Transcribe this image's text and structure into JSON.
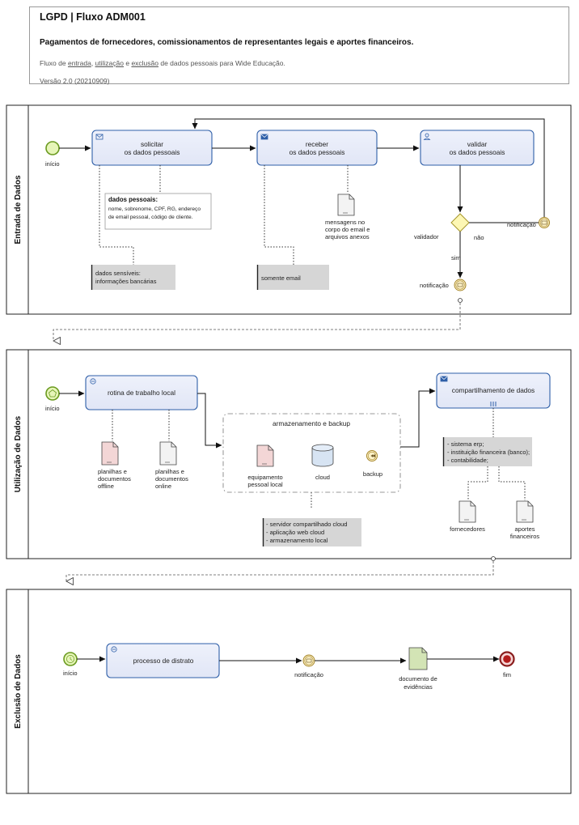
{
  "header": {
    "title": "LGPD | Fluxo ADM001",
    "subtitle": "Pagamentos de fornecedores, comissionamentos de representantes legais e aportes financeiros.",
    "desc_prefix": "Fluxo de ",
    "desc_link1": "entrada",
    "desc_sep1": ", ",
    "desc_link2": "utilização",
    "desc_sep2": " e ",
    "desc_link3": "exclusão",
    "desc_suffix": " de dados pessoais para Wide Educação.",
    "version": "Versão 2.0 (20210909)"
  },
  "lanes": {
    "entrada": {
      "label": "Entrada de Dados",
      "start_label": "início",
      "task1": [
        "solicitar",
        "os dados pessoais"
      ],
      "task2": [
        "receber",
        "os dados pessoais"
      ],
      "task3": [
        "validar",
        "os dados pessoais"
      ],
      "note_title": "dados pessoais:",
      "note_lines": [
        "nome, sobrenome, CPF, RG, endereço",
        "de email pessoal, código de cliente."
      ],
      "doc_label": [
        "mensagens no",
        "corpo do email e",
        "arquivos anexos"
      ],
      "sensitive": [
        "dados sensíveis:",
        "informações bancárias"
      ],
      "only_email": "somente email",
      "validator": "validador",
      "no": "não",
      "yes": "sim",
      "notif_top": "notificação",
      "notif_bottom": "notificação"
    },
    "utilizacao": {
      "label": "Utilização de Dados",
      "start_label": "início",
      "task1": "rotina de trabalho local",
      "doc_offline": [
        "planilhas e",
        "documentos",
        "offline"
      ],
      "doc_online": [
        "planilhas e",
        "documentos",
        "online"
      ],
      "group_title": "armazenamento e backup",
      "equip": [
        "equipamento",
        "pessoal local"
      ],
      "cloud": "cloud",
      "backup": "backup",
      "storage_note": [
        "- servidor compartilhado cloud",
        "- aplicação web cloud",
        "- armazenamento local"
      ],
      "share_task": "compartilhamento de dados",
      "share_note": [
        "- sistema erp;",
        "- instituição financeira (banco);",
        "- contabilidade;"
      ],
      "fornecedores": "fornecedores",
      "aportes": [
        "aportes",
        "financeiros"
      ]
    },
    "exclusao": {
      "label": "Exclusão de Dados",
      "start_label": "início",
      "task1": "processo de distrato",
      "notif": "notificação",
      "doc_label": [
        "documento de",
        "evidências"
      ],
      "end_label": "fim"
    }
  }
}
